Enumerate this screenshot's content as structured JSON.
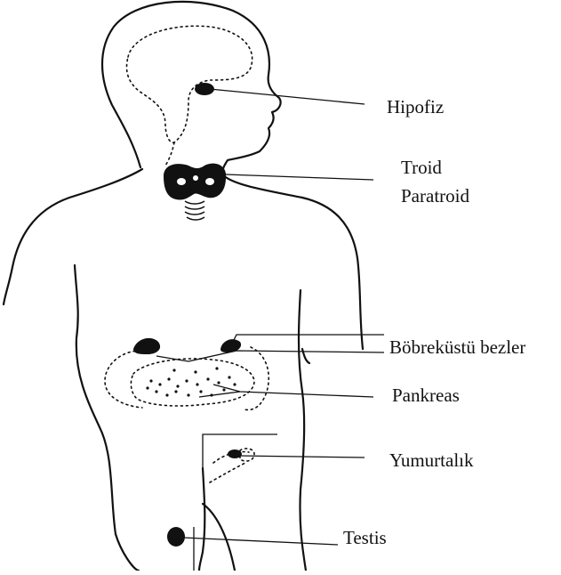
{
  "labels": {
    "hipofiz": "Hipofiz",
    "troid": "Troid",
    "paratroid": "Paratroid",
    "bobrekustu": "Böbreküstü bezler",
    "pankreas": "Pankreas",
    "yumurtalik": "Yumurtalık",
    "testis": "Testis"
  },
  "colors": {
    "ink": "#111111",
    "background": "#ffffff"
  }
}
